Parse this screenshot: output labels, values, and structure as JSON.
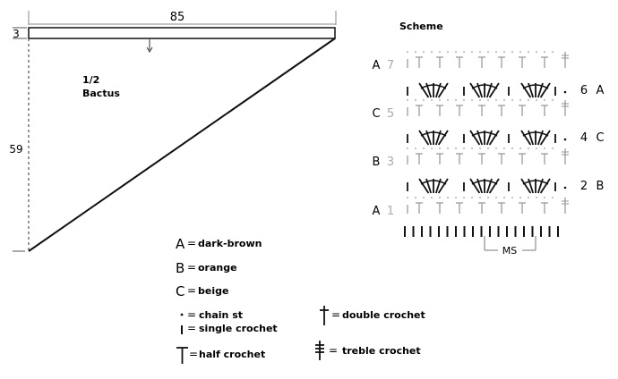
{
  "pattern": {
    "title": "1/2",
    "subtitle": "Bactus",
    "width_label": "85",
    "top_band_label": "3",
    "height_label": "59"
  },
  "scheme": {
    "title": "Scheme",
    "left_rows": [
      {
        "letter": "A",
        "num": "7"
      },
      {
        "letter": "C",
        "num": "5"
      },
      {
        "letter": "B",
        "num": "3"
      },
      {
        "letter": "A",
        "num": "1"
      }
    ],
    "right_rows": [
      {
        "num": "6",
        "letter": "A"
      },
      {
        "num": "4",
        "letter": "C"
      },
      {
        "num": "2",
        "letter": "B"
      }
    ],
    "repeat_label": "MS"
  },
  "colors": [
    {
      "letter": "A",
      "name": "dark-brown"
    },
    {
      "letter": "B",
      "name": "orange"
    },
    {
      "letter": "C",
      "name": "beige"
    }
  ],
  "symbols": {
    "chain": {
      "icon": "dot",
      "label": "chain st"
    },
    "single": {
      "icon": "short-bar",
      "label": "single crochet"
    },
    "half": {
      "icon": "T",
      "label": "half crochet"
    },
    "double": {
      "icon": "dagger",
      "label": "double crochet"
    },
    "treble": {
      "icon": "double-cross-dagger",
      "label": "treble crochet"
    }
  },
  "equals_sign": "="
}
